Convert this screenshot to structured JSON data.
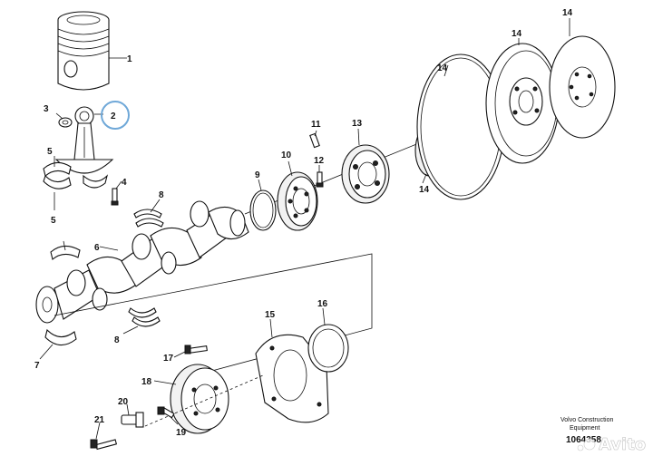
{
  "callouts": {
    "c1": "1",
    "c2": "2",
    "c3": "3",
    "c4": "4",
    "c5a": "5",
    "c5b": "5",
    "c6": "6",
    "c7": "7",
    "c8a": "8",
    "c8b": "8",
    "c9": "9",
    "c10": "10",
    "c11": "11",
    "c12": "12",
    "c13": "13",
    "c14a": "14",
    "c14b": "14",
    "c14c": "14",
    "c14d": "14",
    "c15": "15",
    "c16": "16",
    "c17": "17",
    "c18": "18",
    "c19": "19",
    "c20": "20",
    "c21": "21"
  },
  "title_block": {
    "brand_line1": "Volvo Construction",
    "brand_line2": "Equipment",
    "doc_number": "1064358"
  },
  "watermark": {
    "text": "Avito"
  },
  "colors": {
    "highlight_circle": "#6fa8d8",
    "line": "#111111"
  }
}
